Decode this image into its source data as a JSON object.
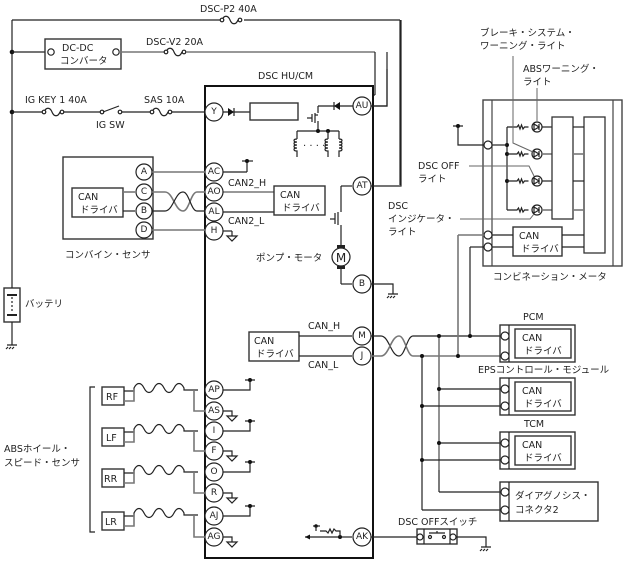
{
  "title": "DSC HU/CM",
  "power": {
    "fuse_p2": "DSC-P2 40A",
    "fuse_v2": "DSC-V2 20A",
    "dcdc_line1": "DC-DC",
    "dcdc_line2": "コンバータ",
    "ig_key": "IG KEY 1 40A",
    "ig_sw": "IG SW",
    "sas": "SAS 10A",
    "battery": "バッテリ"
  },
  "combine_sensor": {
    "label": "コンバイン・センサ",
    "can_line1": "CAN",
    "can_line2": "ドライバ",
    "pins": [
      "A",
      "C",
      "B",
      "D"
    ]
  },
  "hu_pins": {
    "Y": "Y",
    "AU": "AU",
    "AC": "AC",
    "AO": "AO",
    "AL": "AL",
    "H": "H",
    "AT": "AT",
    "B": "B",
    "M": "M",
    "J": "J",
    "AP": "AP",
    "AS": "AS",
    "I": "I",
    "F": "F",
    "O": "O",
    "R": "R",
    "AJ": "AJ",
    "AG": "AG",
    "AK": "AK"
  },
  "hu_internal": {
    "can2_h": "CAN2_H",
    "can2_l": "CAN2_L",
    "can_line1": "CAN",
    "can_line2": "ドライバ",
    "pump_motor": "ポンプ・モータ",
    "motor_symbol": "M",
    "can_h": "CAN_H",
    "can_l": "CAN_L"
  },
  "meter": {
    "label": "コンビネーション・メータ",
    "brake_warning_1": "ブレーキ・システム・",
    "brake_warning_2": "ワーニング・ライト",
    "abs_warning_1": "ABSワーニング・",
    "abs_warning_2": "ライト",
    "dsc_off_1": "DSC OFF",
    "dsc_off_2": "ライト",
    "dsc_ind_1": "DSC",
    "dsc_ind_2": "インジケータ・",
    "dsc_ind_3": "ライト",
    "can_line1": "CAN",
    "can_line2": "ドライバ"
  },
  "modules": [
    {
      "name": "PCM",
      "can_line1": "CAN",
      "can_line2": "ドライバ"
    },
    {
      "name": "EPSコントロール・モジュール",
      "can_line1": "CAN",
      "can_line2": "ドライバ"
    },
    {
      "name": "TCM",
      "can_line1": "CAN",
      "can_line2": "ドライバ"
    }
  ],
  "diag_connector": {
    "line1": "ダイアグノシス・",
    "line2": "コネクタ2"
  },
  "wheel_sensors": {
    "label_1": "ABSホイール・",
    "label_2": "スピード・センサ",
    "items": [
      "RF",
      "LF",
      "RR",
      "LR"
    ]
  },
  "dsc_off_switch": "DSC OFFスイッチ"
}
